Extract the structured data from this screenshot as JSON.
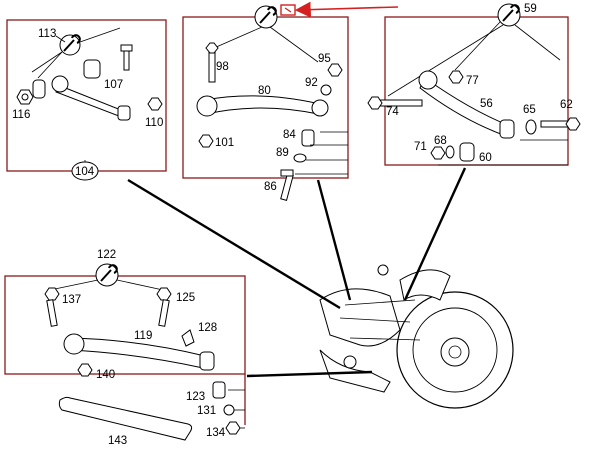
{
  "diagram": {
    "accent_color": "#d42020",
    "frame_color": "#8a1a1a",
    "icons": [
      "wrench-icon",
      "note-marker-icon"
    ],
    "panels": [
      {
        "id": "104",
        "wrench_label": "113",
        "labels": {
          "bolt": "107",
          "nut_left": "116",
          "link": "110"
        }
      },
      {
        "id": "center",
        "labels": {
          "bolt_top": "98",
          "arm": "80",
          "nut_top_right": "95",
          "washer": "92",
          "nut_bottom": "101",
          "bush": "84",
          "washer_b": "89",
          "bolt_bottom": "86"
        }
      },
      {
        "id": "59",
        "wrench_label": "59",
        "labels": {
          "nut": "77",
          "bolt": "74",
          "arm": "56",
          "washer": "65",
          "bolt_right": "62",
          "nut_a": "71",
          "washer_a": "68",
          "bush": "60"
        }
      },
      {
        "id": "122",
        "wrench_label": "122",
        "labels": {
          "bolt_left": "137",
          "bolt_right": "125",
          "arm": "119",
          "clip": "128",
          "nut": "140",
          "bush": "123",
          "washer": "131",
          "nut_b": "134",
          "bar": "143"
        }
      }
    ]
  }
}
